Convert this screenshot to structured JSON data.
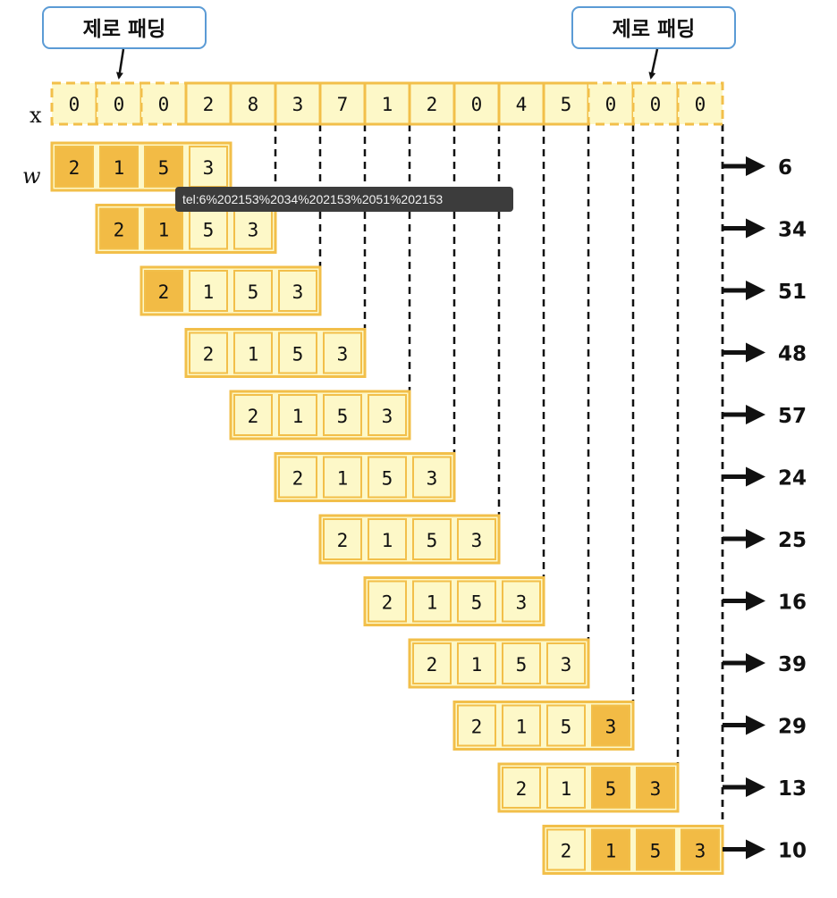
{
  "callouts": [
    "제로 패딩",
    "제로 패딩"
  ],
  "labels": {
    "x": "x",
    "w": "w"
  },
  "x": [
    "0",
    "0",
    "0",
    "2",
    "8",
    "3",
    "7",
    "1",
    "2",
    "0",
    "4",
    "5",
    "0",
    "0",
    "0"
  ],
  "pad_left": 3,
  "pad_right": 3,
  "w": [
    "2",
    "1",
    "5",
    "3"
  ],
  "outputs": [
    "6",
    "34",
    "51",
    "48",
    "57",
    "24",
    "25",
    "16",
    "39",
    "29",
    "13",
    "10"
  ],
  "tooltip": "tel:6%202153%2034%202153%2051%202153",
  "colors": {
    "cell_fill": "#fdf8c8",
    "cell_border": "#f2bf4a",
    "dark_fill": "#f2bb45",
    "pad_fill": "#fdf8c8",
    "callout_border": "#5b9bd5",
    "line": "#111111",
    "tooltip_bg": "#3c3c3c"
  }
}
